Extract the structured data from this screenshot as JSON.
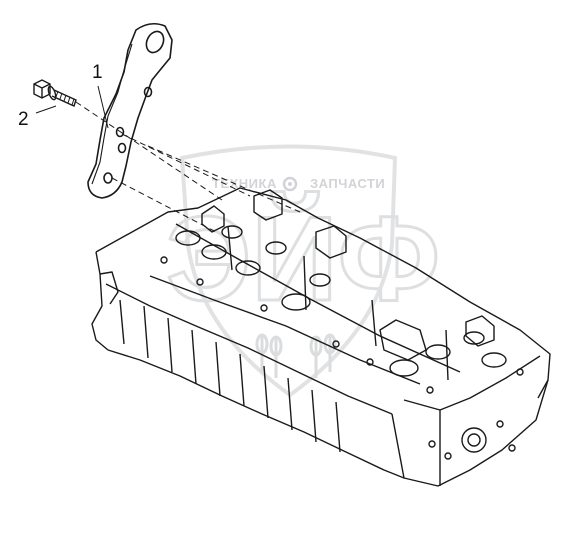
{
  "callouts": [
    {
      "label": "1"
    },
    {
      "label": "2"
    }
  ],
  "watermark": {
    "left_text": "ТЕХНИКА",
    "right_text": "ЗАПЧАСТИ",
    "monogram": "ЭЙФ"
  },
  "colors": {
    "line": "#1a1a1a",
    "watermark": "#cfd2d4"
  }
}
